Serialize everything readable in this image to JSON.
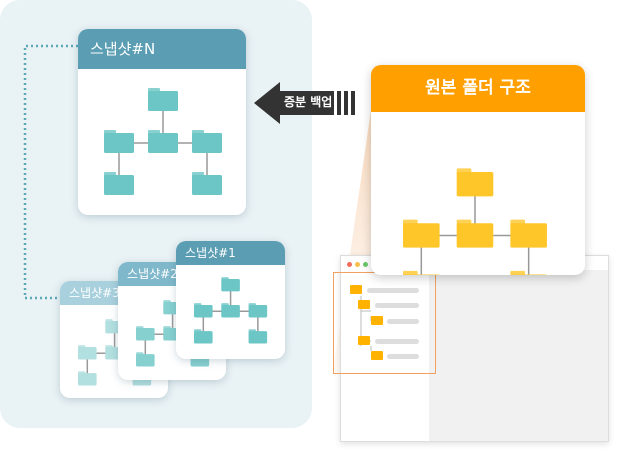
{
  "snapshots": {
    "main": "스냅샷#N",
    "s1": "스냅샷#1",
    "s2": "스냅샷#2",
    "s3": "스냅샷#3"
  },
  "arrow_label": "증분 백업",
  "source": {
    "title": "원본 폴더 구조"
  },
  "colors": {
    "header_dark": "#5b9db3",
    "header_mid": "#7fb8cb",
    "header_light": "#a8d0dd",
    "folder_teal": "#6cc6c6",
    "orange": "#ff9f00",
    "folder_yellow": "#ffc629",
    "connector": "#5aa9b5"
  }
}
